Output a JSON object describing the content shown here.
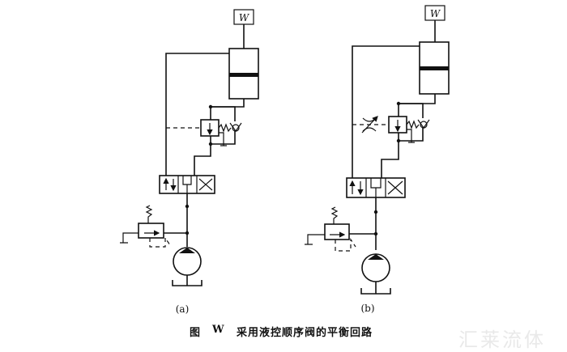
{
  "diagram": {
    "a": {
      "label": "(a)",
      "load": "W"
    },
    "b": {
      "label": "(b)",
      "load": "W"
    }
  },
  "caption": {
    "fig": "图",
    "number": "W",
    "title": "采用液控顺序阀的平衡回路"
  },
  "watermark": "汇莱流体"
}
